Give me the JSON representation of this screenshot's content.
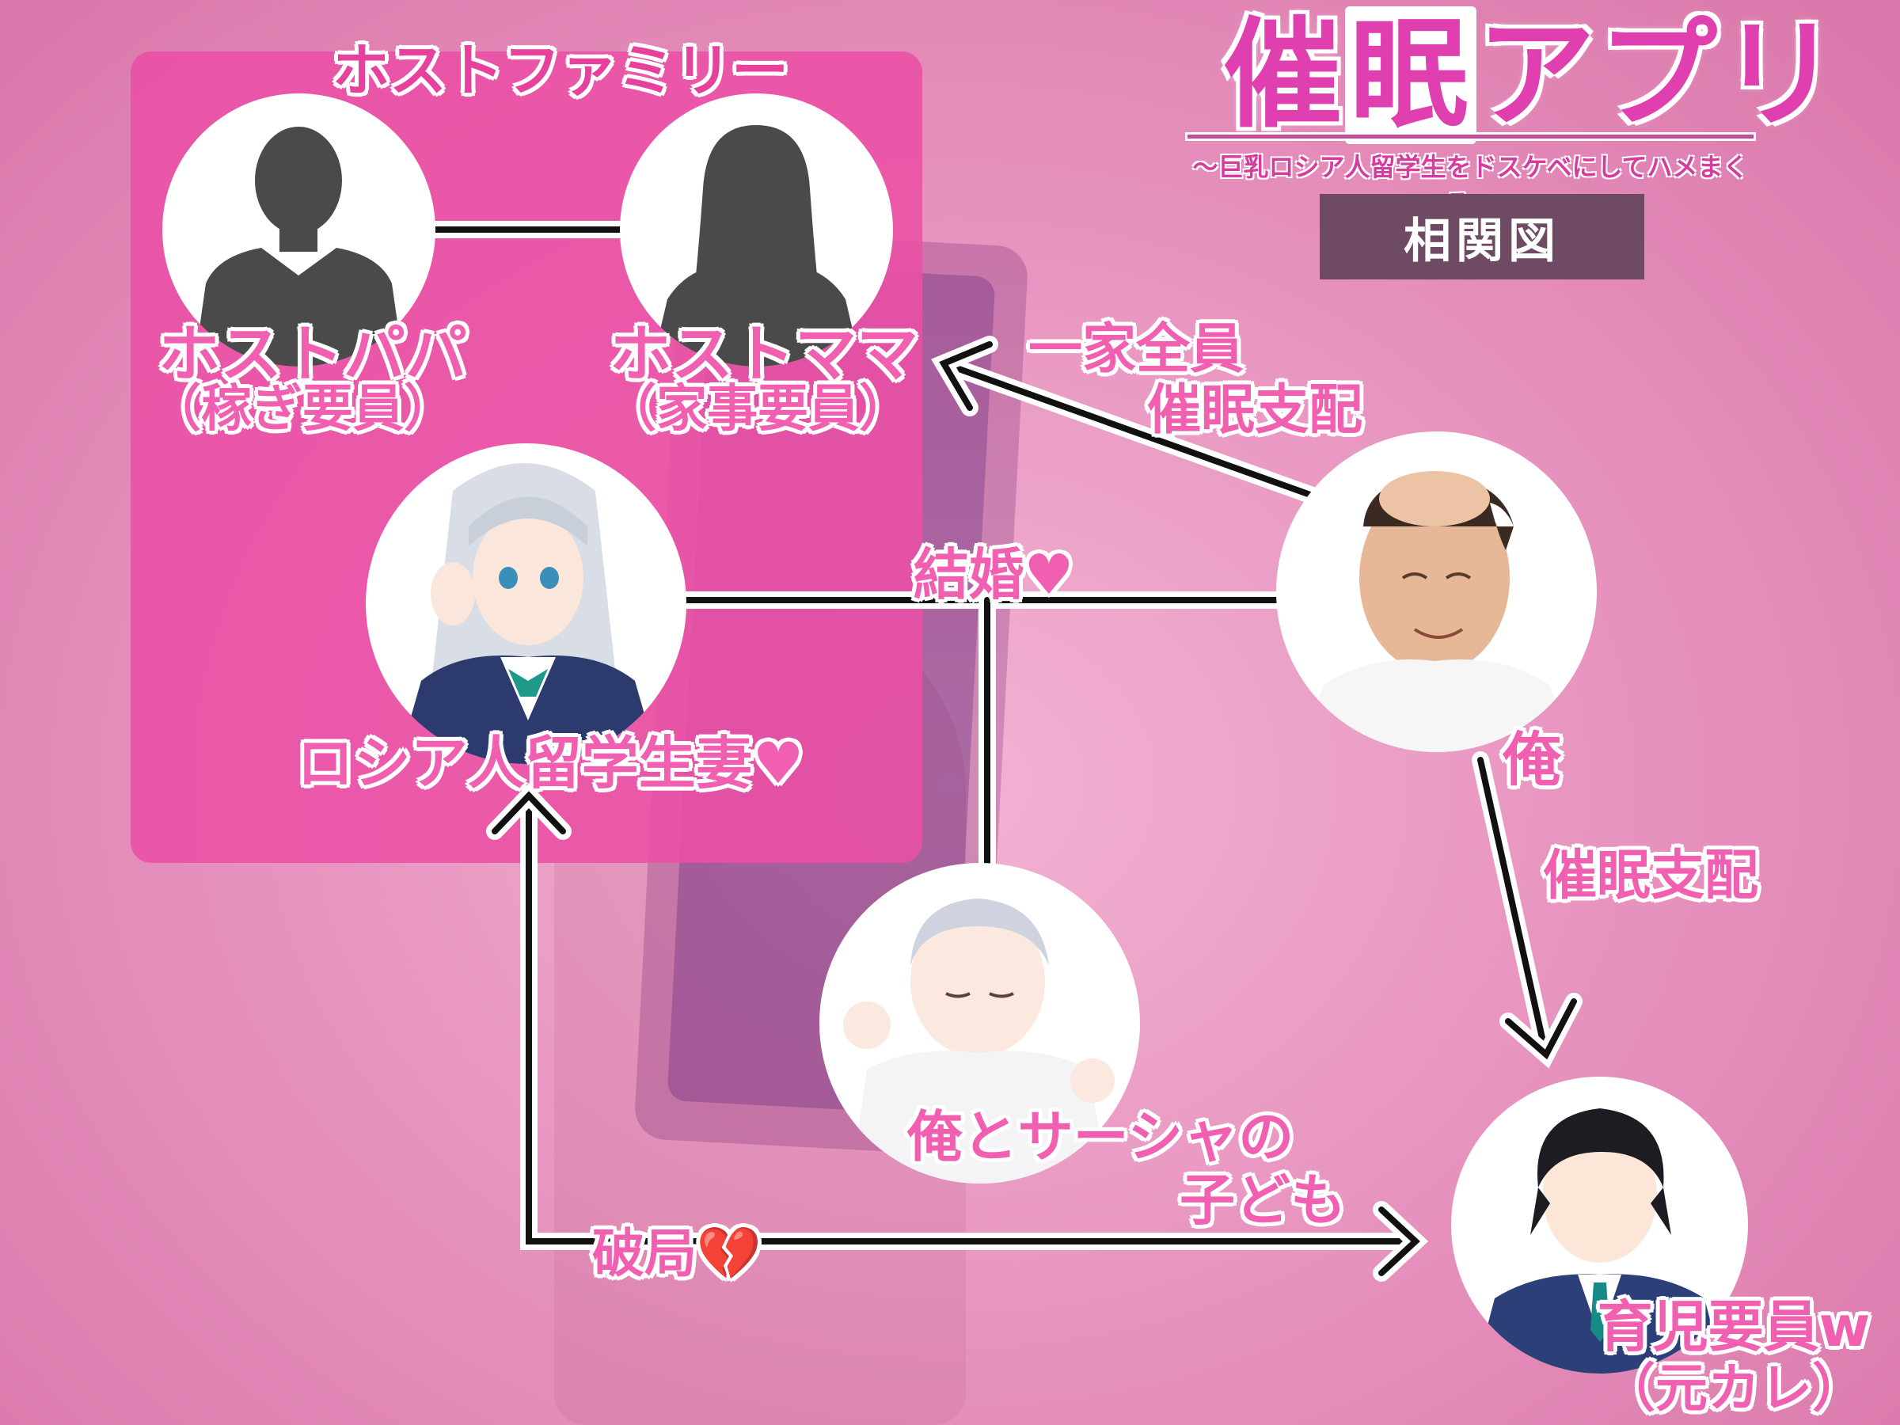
{
  "title": {
    "main": "催眠アプリ",
    "main_pre": "催",
    "main_boxed": "眠",
    "main_post": "アプリ",
    "subtitle": "〜巨乳ロシア人留学生をドスケベにしてハメまくる〜",
    "badge": "相関図"
  },
  "group": {
    "label": "ホストファミリー"
  },
  "nodes": {
    "host_papa": {
      "name": "ホストパパ",
      "role": "（稼ぎ要員）"
    },
    "host_mama": {
      "name": "ホストママ",
      "role": "（家事要員）"
    },
    "wife": {
      "name": "ロシア人留学生妻♥"
    },
    "me": {
      "name": "俺"
    },
    "child": {
      "name": "俺とサーシャの",
      "name2": "子ども"
    },
    "ex": {
      "name": "育児要員w",
      "role": "（元カレ）"
    }
  },
  "relations": {
    "family_control_1": "一家全員",
    "family_control_2": "催眠支配",
    "marriage": "結婚♥",
    "ex_control": "催眠支配",
    "breakup": "破局💔"
  },
  "colors": {
    "accent": "#f05fb0",
    "family_box": "#eb50a5",
    "badge_bg": "#6e4a63",
    "line": "#111111"
  }
}
